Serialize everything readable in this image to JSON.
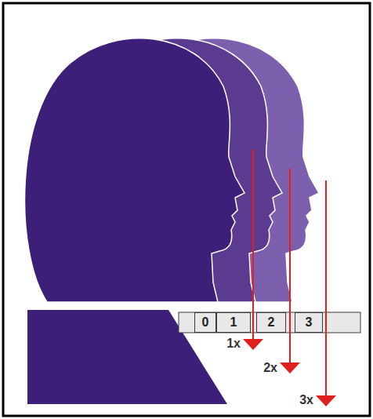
{
  "diagram": {
    "nodes": [
      {
        "text": [
          "0"
        ]
      },
      {
        "text": [
          "1"
        ]
      },
      {
        "text": [
          "2"
        ]
      },
      {
        "text": [
          "3"
        ]
      }
    ],
    "labels": [
      "1x",
      "2x",
      "3x"
    ]
  }
}
